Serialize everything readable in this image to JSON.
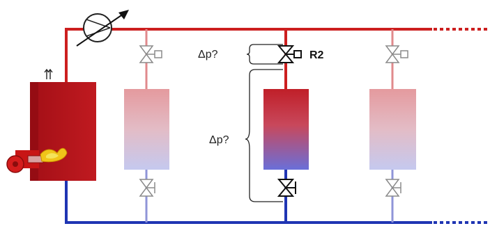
{
  "labels": {
    "dp_upper": "Δp?",
    "dp_lower": "Δp?",
    "valve_tag": "R2"
  },
  "colors": {
    "supply_line": "#cc1f1f",
    "return_line": "#1f35b3",
    "boiler": "#b3141a",
    "burner": "#cc1616",
    "flame": "#f0c419",
    "radiator_active_top": "#c8252e",
    "radiator_active_bottom": "#6a6fd9",
    "radiator_idle_top": "#e4a0a3",
    "radiator_idle_bottom": "#c9cdee",
    "valve": "#8a8a8a"
  },
  "components": {
    "boiler": "boiler",
    "burner": "burner",
    "pump": "circulation-pump",
    "radiators": [
      "radiator-1",
      "radiator-2",
      "radiator-3"
    ],
    "active_radiator": "radiator-2"
  }
}
